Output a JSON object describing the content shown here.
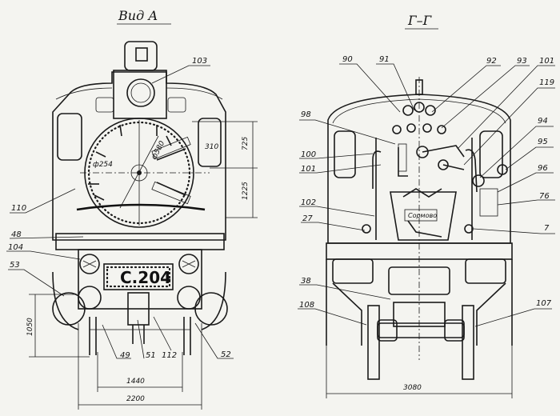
{
  "views": {
    "left_title": "Вид А",
    "right_title": "Г–Г"
  },
  "plate": {
    "number": "С.204",
    "builder": "Сормово"
  },
  "left_labels": {
    "l103": "103",
    "l110": "110",
    "l48": "48",
    "l104": "104",
    "l53": "53",
    "l49": "49",
    "l51": "51",
    "l112": "112",
    "l52": "52"
  },
  "left_dims": {
    "d725": "725",
    "d1225": "1225",
    "d1050": "1050",
    "d1440": "1440",
    "d2200": "2200",
    "d310": "310",
    "d254": "ф254",
    "d580": "ф580"
  },
  "right_labels": {
    "l90": "90",
    "l91": "91",
    "l92": "92",
    "l93": "93",
    "l101a": "101",
    "l119": "119",
    "l98": "98",
    "l100": "100",
    "l101b": "101",
    "l94": "94",
    "l95": "95",
    "l96": "96",
    "l76": "76",
    "l102": "102",
    "l27": "27",
    "l7": "7",
    "l38": "38",
    "l108": "108",
    "l107": "107"
  },
  "right_dims": {
    "d3080": "3080"
  }
}
